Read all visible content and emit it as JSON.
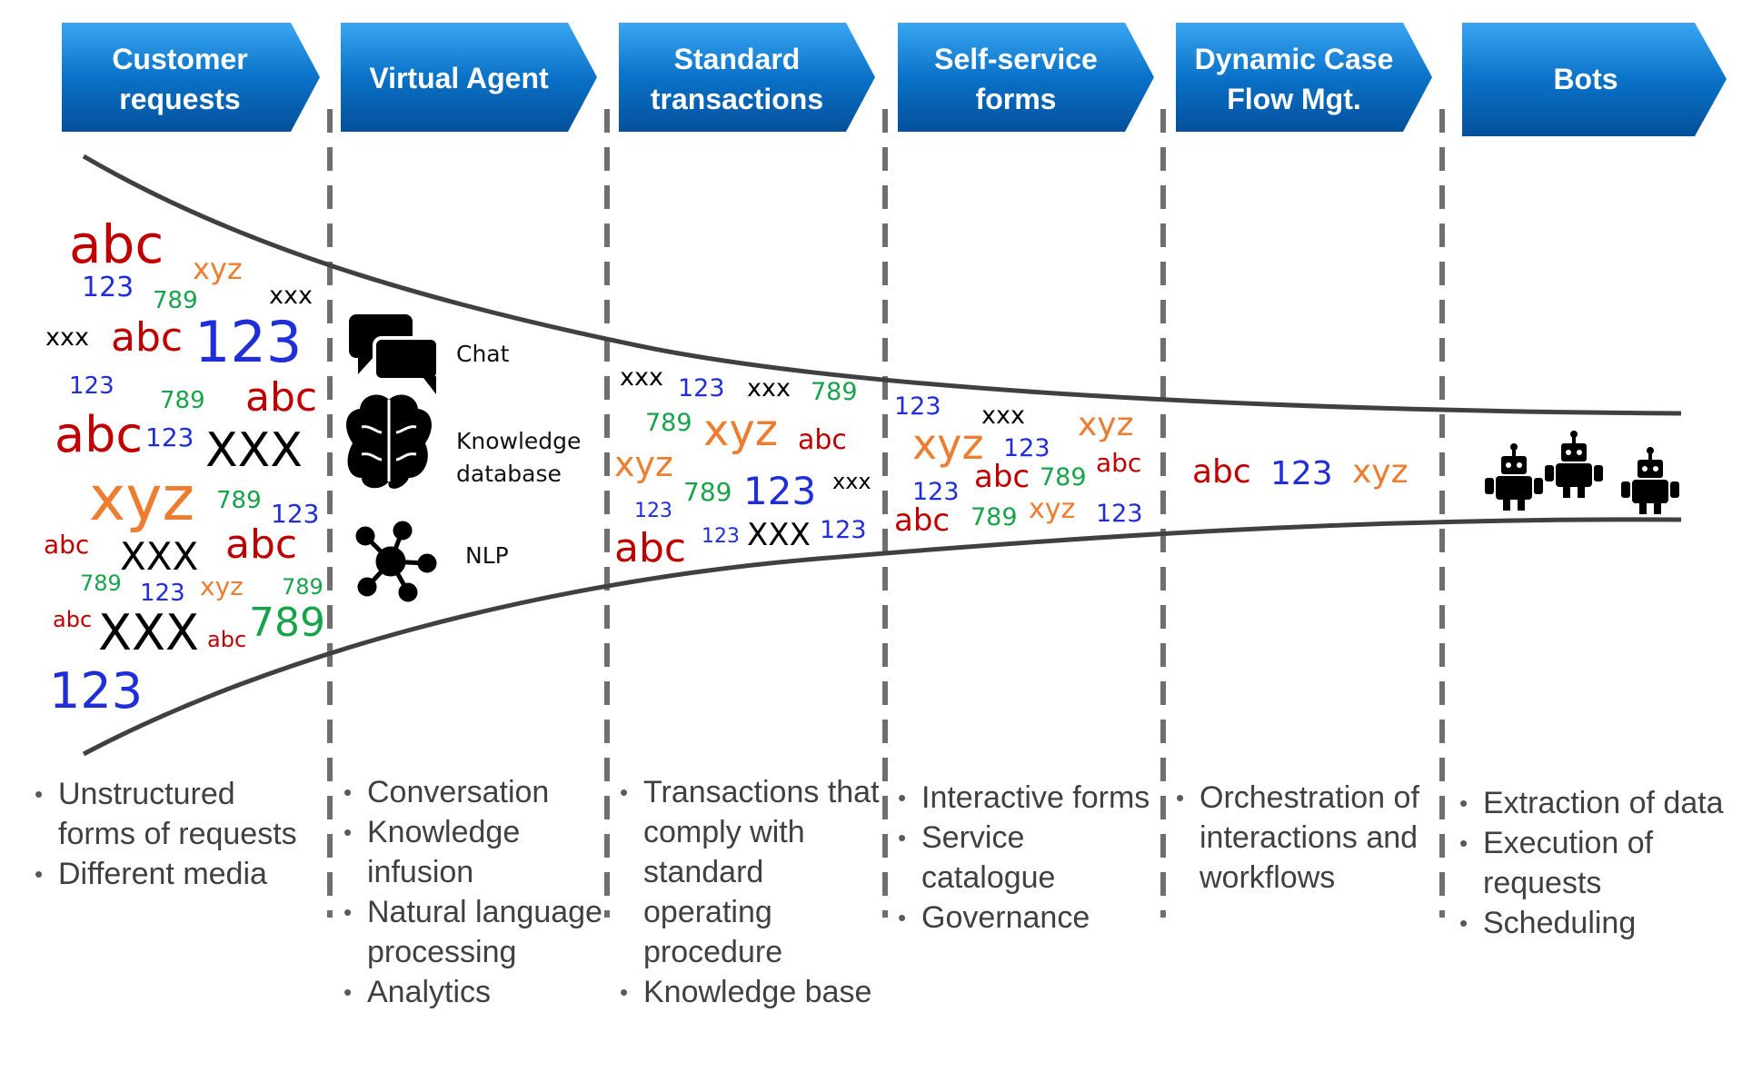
{
  "stages": [
    {
      "id": "customer",
      "lines": [
        "Customer",
        "requests"
      ],
      "bullets": [
        "Unstructured forms of requests",
        "Different media"
      ]
    },
    {
      "id": "virtual-agent",
      "lines": [
        "Virtual Agent"
      ],
      "bullets": [
        "Conversation",
        "Knowledge infusion",
        "Natural language processing",
        "Analytics"
      ]
    },
    {
      "id": "standard",
      "lines": [
        "Standard",
        "transactions"
      ],
      "bullets": [
        "Transactions that comply with standard operating procedure",
        "Knowledge base"
      ]
    },
    {
      "id": "self-service",
      "lines": [
        "Self-service",
        "forms"
      ],
      "bullets": [
        "Interactive forms",
        "Service catalogue",
        "Governance"
      ]
    },
    {
      "id": "dynamic-case",
      "lines": [
        "Dynamic Case",
        "Flow Mgt."
      ],
      "bullets": [
        "Orchestration of interactions and workflows"
      ]
    },
    {
      "id": "bots",
      "lines": [
        "Bots"
      ],
      "bullets": [
        "Extraction of data",
        "Execution of requests",
        "Scheduling"
      ]
    }
  ],
  "tools": {
    "chat": "Chat",
    "knowledge": "Knowledge database",
    "nlp": "NLP"
  },
  "colors": {
    "red": "#c00000",
    "blue": "#1f2ed8",
    "orange": "#ed7d31",
    "green": "#17a34a",
    "black": "#000000",
    "chevron": "#0a6fc4"
  },
  "icons": {
    "chat": "chat-bubbles-icon",
    "brain": "brain-icon",
    "nlp": "network-icon",
    "bot": "robot-icon"
  },
  "tokens": {
    "abc": "abc",
    "n123": "123",
    "xyz": "xyz",
    "n789": "789",
    "xxx": "xxx",
    "XXX": "XXX"
  }
}
